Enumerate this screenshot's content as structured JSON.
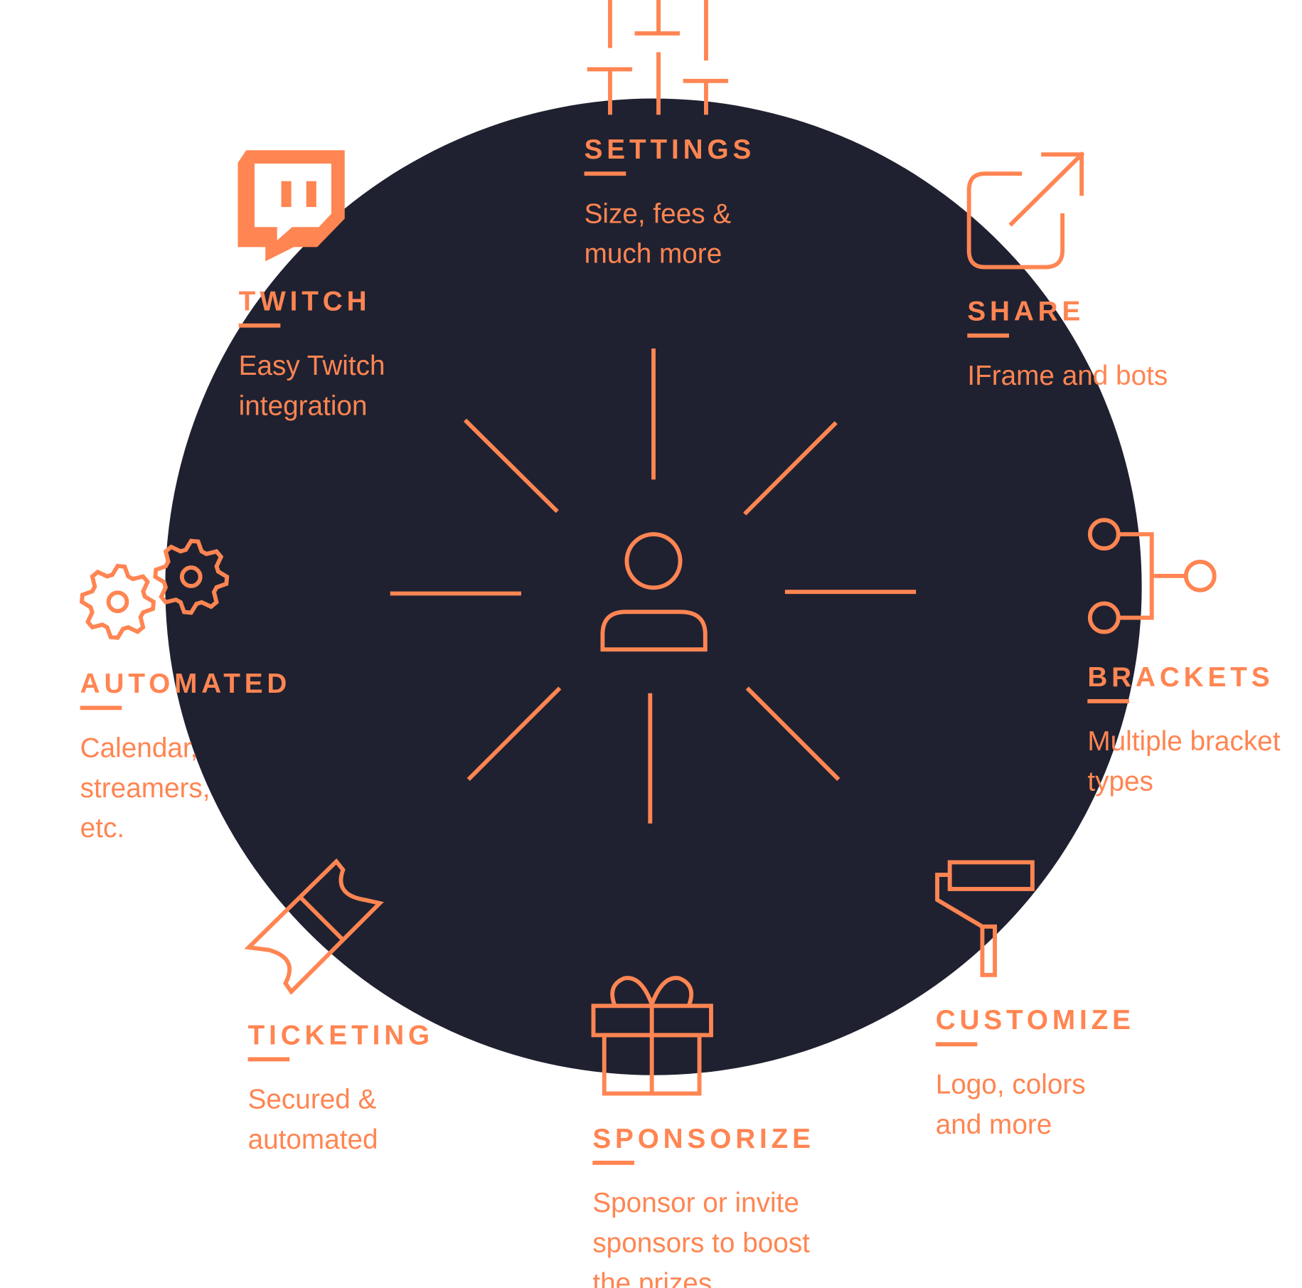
{
  "colors": {
    "accent": "#FF8552",
    "circle": "#1F2130",
    "background": "#FFFFFF"
  },
  "center": {
    "icon": "user-icon"
  },
  "features": [
    {
      "id": "settings",
      "icon": "sliders-icon",
      "title": "SETTINGS",
      "lines": [
        "Size, fees &",
        "much  more"
      ]
    },
    {
      "id": "twitch",
      "icon": "twitch-icon",
      "title": "TWITCH",
      "lines": [
        "Easy Twitch",
        "integration"
      ]
    },
    {
      "id": "share",
      "icon": "external-link-icon",
      "title": "SHARE",
      "lines": [
        "IFrame and bots"
      ]
    },
    {
      "id": "brackets",
      "icon": "bracket-icon",
      "title": "BRACKETS",
      "lines": [
        "Multiple bracket",
        "types"
      ]
    },
    {
      "id": "automated",
      "icon": "gears-icon",
      "title": "AUTOMATED",
      "lines": [
        "Calendar,",
        "streamers,",
        "etc."
      ]
    },
    {
      "id": "ticketing",
      "icon": "ticket-icon",
      "title": "TICKETING",
      "lines": [
        "Secured &",
        "automated"
      ]
    },
    {
      "id": "sponsorize",
      "icon": "gift-icon",
      "title": "SPONSORIZE",
      "lines": [
        "Sponsor or invite",
        "sponsors to boost",
        "the prizes"
      ]
    },
    {
      "id": "customize",
      "icon": "paint-roller-icon",
      "title": "CUSTOMIZE",
      "lines": [
        "Logo, colors",
        "and more"
      ]
    }
  ]
}
